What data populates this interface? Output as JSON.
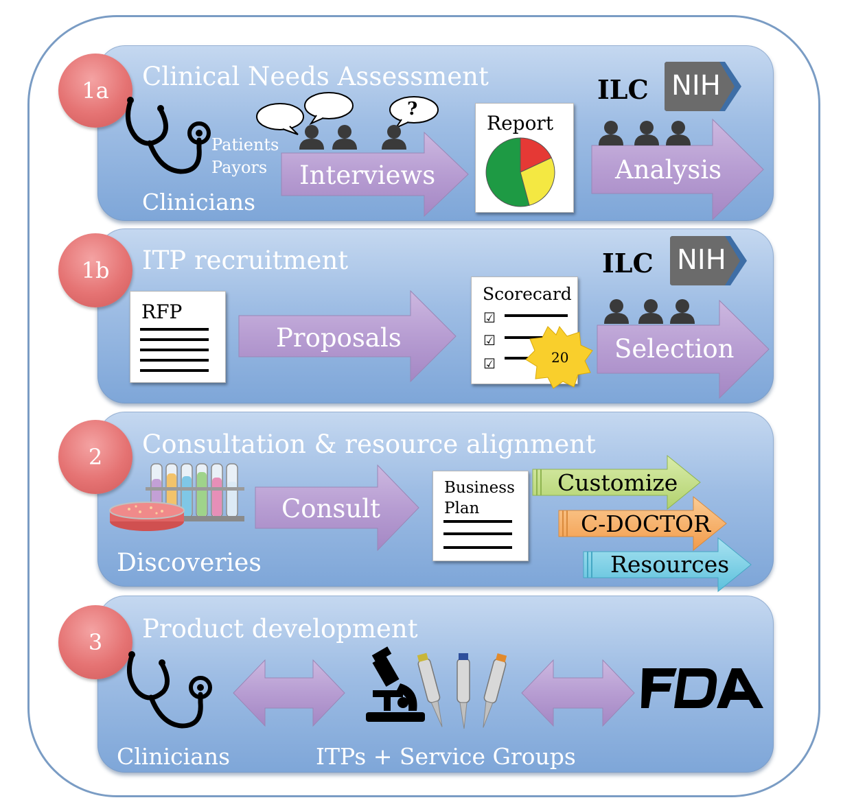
{
  "panels": {
    "p1a": {
      "badge": "1a",
      "title": "Clinical Needs Assessment",
      "patients": "Patients",
      "payors": "Payors",
      "clinicians": "Clinicians",
      "interviews": "Interviews",
      "question_mark": "?",
      "report": "Report",
      "ilc": "ILC",
      "nih": "NIH",
      "analysis": "Analysis",
      "pie_colors": [
        "#e53935",
        "#f4e842",
        "#1e9a44"
      ]
    },
    "p1b": {
      "badge": "1b",
      "title": "ITP recruitment",
      "rfp": "RFP",
      "proposals": "Proposals",
      "scorecard": "Scorecard",
      "checkbox": "☑",
      "seal_value": "20",
      "ilc": "ILC",
      "nih": "NIH",
      "selection": "Selection"
    },
    "p2": {
      "badge": "2",
      "title": "Consultation & resource alignment",
      "consult": "Consult",
      "business": "Business",
      "plan": "Plan",
      "customize": "Customize",
      "cdoctor": "C-DOCTOR",
      "resources": "Resources",
      "discoveries": "Discoveries",
      "colors": {
        "customize": "#c6e08a",
        "cdoctor": "#f7b36a",
        "resources": "#7dd0e6"
      }
    },
    "p3": {
      "badge": "3",
      "title": "Product development",
      "clinicians": "Clinicians",
      "itps": "ITPs + Service Groups",
      "fda": "FDA"
    }
  }
}
